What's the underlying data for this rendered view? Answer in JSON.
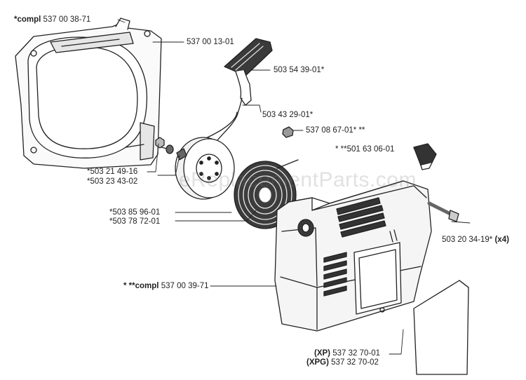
{
  "watermark": "eReplacementParts.com",
  "labels": {
    "l1": {
      "prefix": "*compl",
      "number": "537 00 38-71"
    },
    "l2": {
      "text": "537 00 13-01"
    },
    "l3": {
      "text": "503 54 39-01*"
    },
    "l4": {
      "text": "503 43 29-01*"
    },
    "l5": {
      "text": "537 08 67-01* **"
    },
    "l6": {
      "text": "* **501 63 06-01"
    },
    "l7": {
      "text": "*503 21 49-16"
    },
    "l8": {
      "text": "*503 23 43-02"
    },
    "l9": {
      "text": "*503 85 96-01"
    },
    "l10": {
      "text": "*503 78 72-01"
    },
    "l11": {
      "number": "503 20 34-19*",
      "suffix": "(x4)"
    },
    "l12": {
      "prefix": "* **compl",
      "number": "537 00 39-71"
    },
    "l13": {
      "prefix": "(XP)",
      "number": "537 32 70-01"
    },
    "l14": {
      "prefix": "(XPG)",
      "number": "537 32 70-02"
    }
  }
}
